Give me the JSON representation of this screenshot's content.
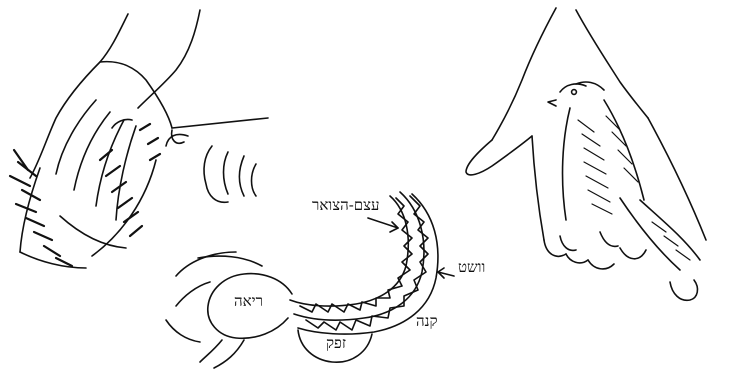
{
  "labels": {
    "bone": "עצם-הצואר",
    "esophagus": "וושט",
    "trachea": "קנה",
    "lung": "ריאה",
    "crop": "זפק"
  },
  "colors": {
    "ink": "#111111",
    "paper": "#ffffff"
  }
}
